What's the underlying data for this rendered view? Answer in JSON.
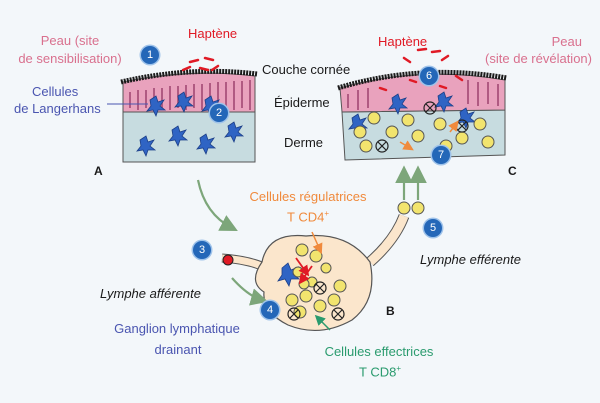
{
  "diagram": {
    "labels": {
      "peau_site_sensibilisation_1": "Peau (site",
      "peau_site_sensibilisation_2": "de sensibilisation)",
      "haptene_left": "Haptène",
      "haptene_right": "Haptène",
      "peau_site_revelation_1": "Peau",
      "peau_site_revelation_2": "(site de révélation)",
      "couche_cornee": "Couche cornée",
      "epiderme": "Épiderme",
      "derme": "Derme",
      "langerhans_1": "Cellules",
      "langerhans_2": "de Langerhans",
      "regulatrices_1": "Cellules régulatrices",
      "regulatrices_2": "T CD4",
      "regulatrices_sup": "+",
      "lymphe_afferente": "Lymphe afférente",
      "lymphe_efferente": "Lymphe efférente",
      "ganglion_1": "Ganglion lymphatique",
      "ganglion_2": "drainant",
      "effectrices_1": "Cellules effectrices",
      "effectrices_2": "T CD8",
      "effectrices_sup": "+"
    },
    "panels": {
      "a": "A",
      "b": "B",
      "c": "C"
    },
    "steps": [
      "1",
      "2",
      "3",
      "4",
      "5",
      "6",
      "7"
    ],
    "colors": {
      "skin_epidermis": "#e9a2bd",
      "skin_dermis": "#c7dce0",
      "stratum_corneum": "#1a1a1a",
      "hapten": "#e01a25",
      "langerhans_cell": "#2f64c4",
      "t_cell": "#f2e46e",
      "ganglion": "#fbe6cc",
      "arrow_green": "#7da67a",
      "badge": "#2467b8"
    }
  }
}
